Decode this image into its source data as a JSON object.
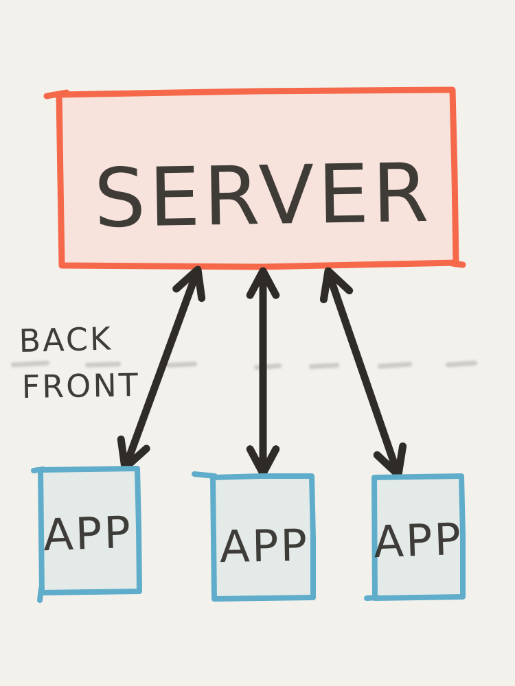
{
  "diagram": {
    "server_box": {
      "label": "SERVER"
    },
    "app_boxes": [
      {
        "label": "APP"
      },
      {
        "label": "APP"
      },
      {
        "label": "APP"
      }
    ],
    "layer_labels": {
      "back": "BACK",
      "front": "FRONT"
    },
    "arrows": [
      {
        "name": "server-app-left",
        "type": "double-headed"
      },
      {
        "name": "server-app-middle",
        "type": "double-headed"
      },
      {
        "name": "server-app-right",
        "type": "double-headed"
      }
    ],
    "colors": {
      "background": "#f3f1ec",
      "server_border": "#f5684a",
      "server_fill": "#f7e3dc",
      "app_border": "#5fadca",
      "app_fill": "#e4eae8",
      "ink": "#2f2c28",
      "divider_smudge": "#a6a39d"
    }
  }
}
